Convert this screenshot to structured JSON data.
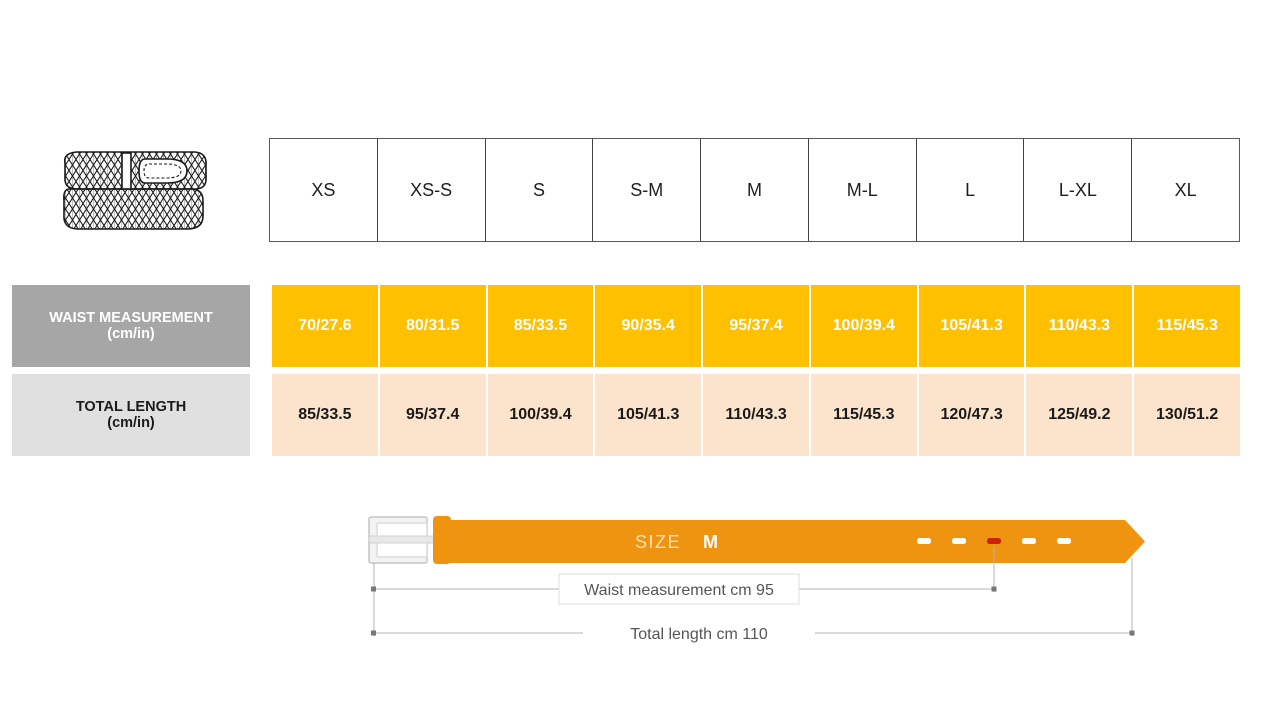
{
  "product": {
    "icon_name": "braided-belt-illustration"
  },
  "table": {
    "sizes": [
      "XS",
      "XS-S",
      "S",
      "S-M",
      "M",
      "M-L",
      "L",
      "L-XL",
      "XL"
    ],
    "rows": [
      {
        "label": "WAIST MEASUREMENT",
        "unit": "(cm/in)",
        "values": [
          "70/27.6",
          "80/31.5",
          "85/33.5",
          "90/35.4",
          "95/37.4",
          "100/39.4",
          "105/41.3",
          "110/43.3",
          "115/45.3"
        ]
      },
      {
        "label": "TOTAL LENGTH",
        "unit": "(cm/in)",
        "values": [
          "85/33.5",
          "95/37.4",
          "100/39.4",
          "105/41.3",
          "110/43.3",
          "115/45.3",
          "120/47.3",
          "125/49.2",
          "130/51.2"
        ]
      }
    ]
  },
  "diagram": {
    "size_label": "SIZE",
    "size_value": "M",
    "waist_dimension": "Waist measurement cm 95",
    "total_dimension": "Total length cm 110",
    "holes_total": 5,
    "highlighted_hole_index": 2
  },
  "colors": {
    "orange": "#FFC000",
    "belt_orange": "#EE9411",
    "peach": "#FCE3CB",
    "gray_label": "#A6A6A6",
    "light_gray_label": "#E0E0E0",
    "hole_highlight": "#CC2200",
    "buckle": "#D9D9D9",
    "dimension_line": "#AAAAAA"
  }
}
